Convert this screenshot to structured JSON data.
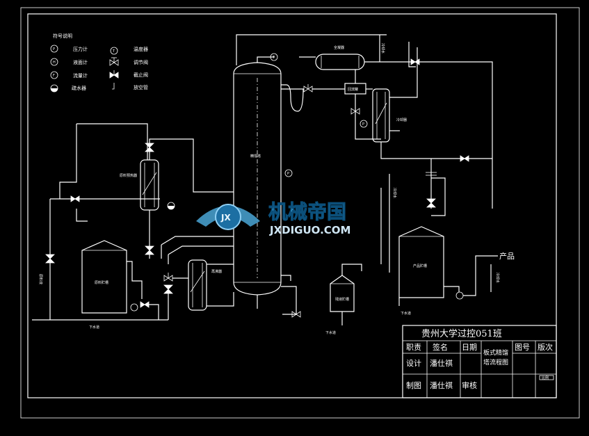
{
  "legend": {
    "title": "符号说明",
    "items": [
      {
        "symbol": "P",
        "label": "压力计"
      },
      {
        "symbol": "T",
        "label": "温度器"
      },
      {
        "symbol": "H",
        "label": "液面计"
      },
      {
        "symbol": "valve",
        "label": "调节阀"
      },
      {
        "symbol": "F",
        "label": "流量计"
      },
      {
        "symbol": "stop-valve",
        "label": "截止阀"
      },
      {
        "symbol": "trap",
        "label": "疏水器"
      },
      {
        "symbol": "vent",
        "label": "放空管"
      }
    ]
  },
  "instruments": {
    "p": "P",
    "t": "T",
    "h": "H",
    "f": "F"
  },
  "labels": {
    "condenser": "全凝器",
    "reflux_drum": "回流罐",
    "cooler": "冷却器",
    "column": "精馏塔",
    "preheater": "原料预热器",
    "reboiler": "再沸器",
    "feed_tank": "原料贮槽",
    "residue_tank": "残液贮槽",
    "product_tank": "产品贮槽",
    "cooling_water_1": "冷却水",
    "cooling_water_2": "冷却水",
    "cooling_water_3": "冷却水",
    "product": "产品",
    "drain_1": "下水道",
    "drain_2": "下水道",
    "drain_3": "下水道",
    "feed_in": "原料液"
  },
  "watermark": {
    "cn": "机械帝国",
    "en": "JXDIGUO.COM",
    "badge": "JX"
  },
  "title_block": {
    "title": "贵州大学过控051班",
    "role_header": "职责",
    "sign_header": "签名",
    "date_header": "日期",
    "drawing_title_1": "板式精馏",
    "drawing_title_2": "塔流程图",
    "fig_no": "图号",
    "version": "版次",
    "design": "设计",
    "designer": "潘仕祺",
    "draw": "制图",
    "drafter": "潘仕祺",
    "review": "审核",
    "small_mark": "比例"
  },
  "colors": {
    "line": "#ffffff",
    "background": "#000000",
    "watermark": "#3aa0d8"
  }
}
